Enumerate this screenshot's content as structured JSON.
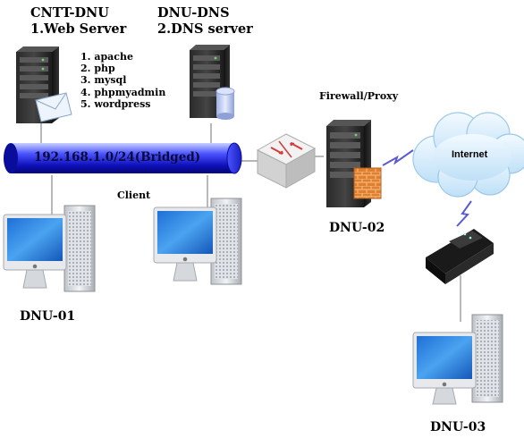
{
  "web_server": {
    "name": "CNTT-DNU",
    "role": "1.Web Server",
    "packages": [
      "1. apache",
      "2. php",
      "3. mysql",
      "4. phpmyadmin",
      "5. wordpress"
    ]
  },
  "dns_server": {
    "name": "DNU-DNS",
    "role": "2.DNS server"
  },
  "network": {
    "subnet": "192.168.1.0/24(Bridged)",
    "client_label": "Client"
  },
  "firewall": {
    "title": "Firewall/Proxy",
    "host": "DNU-02"
  },
  "internet": {
    "label": "Internet"
  },
  "hosts": {
    "client1": "DNU-01",
    "client3": "DNU-03"
  },
  "colors": {
    "network_bus": "#1a1ad8",
    "cloud": "#d6ecfb",
    "link_lightning": "#5b5bcf",
    "firewall_wall": "#e8893a"
  }
}
